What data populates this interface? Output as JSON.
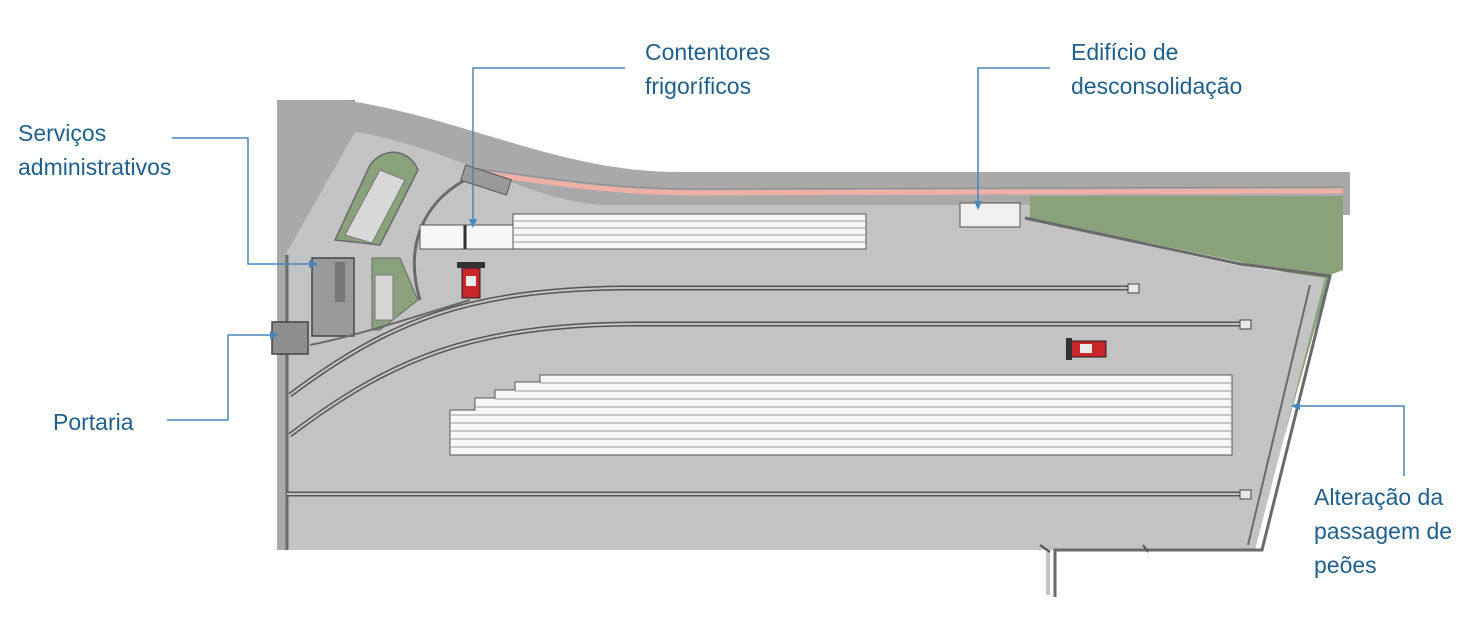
{
  "colors": {
    "label_text": "#1f5f8b",
    "leader_line": "#4a86b8",
    "yard_surface": "#c3c3c3",
    "access_road": "#a9a9a9",
    "curb": "#6a6a6a",
    "pedestrian_path": "#f0b0a8",
    "green_area": "#8aa27c",
    "soil_area": "#a8988a",
    "container_rows": "#f7f7f7",
    "equipment_red": "#c8262a"
  },
  "labels": {
    "servicos": {
      "line1": "Serviços",
      "line2": "administrativos"
    },
    "contentores": {
      "line1": "Contentores",
      "line2": "frigoríficos"
    },
    "edificio": {
      "line1": "Edifício de",
      "line2": "desconsolidação"
    },
    "portaria": {
      "line1": "Portaria"
    },
    "alteracao": {
      "line1": "Alteração da",
      "line2": "passagem de",
      "line3": "peões"
    }
  }
}
